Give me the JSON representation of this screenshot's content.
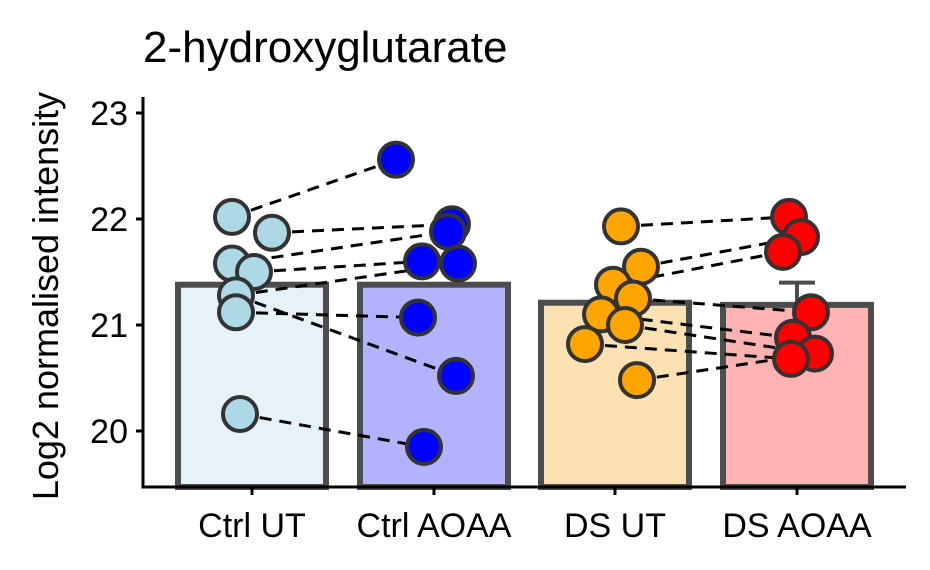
{
  "chart_data": {
    "type": "bar",
    "title": "2-hydroxyglutarate",
    "xlabel": "",
    "ylabel": "Log2 normalised intensity",
    "ylim": [
      19.5,
      23.15
    ],
    "yticks": [
      20,
      21,
      22,
      23
    ],
    "categories": [
      "Ctrl UT",
      "Ctrl AOAA",
      "DS UT",
      "DS AOAA"
    ],
    "bar_means": [
      21.38,
      21.38,
      21.21,
      21.19
    ],
    "error_upper": [
      21.38,
      21.38,
      21.37,
      21.4
    ],
    "bar_fill": [
      "#e6f1f8",
      "#b2b2fd",
      "#fce2b2",
      "#feb2b2"
    ],
    "bar_stroke": "#4d4d4d",
    "point_fill": [
      "#add8e6",
      "#0000ff",
      "#ffa500",
      "#ff0000"
    ],
    "point_stroke": "#333333",
    "points": [
      [
        22.02,
        21.87,
        21.58,
        21.5,
        21.28,
        21.12,
        20.16
      ],
      [
        22.56,
        21.95,
        21.88,
        21.6,
        21.58,
        21.07,
        20.52,
        19.85
      ],
      [
        21.93,
        21.55,
        21.38,
        21.25,
        21.1,
        21.0,
        20.82,
        20.48
      ],
      [
        22.02,
        21.83,
        21.69,
        21.12,
        20.88,
        20.73,
        20.68
      ]
    ],
    "pairs": [
      [
        [
          0,
          22.02
        ],
        [
          1,
          22.56
        ]
      ],
      [
        [
          0,
          21.87
        ],
        [
          1,
          21.95
        ]
      ],
      [
        [
          0,
          21.58
        ],
        [
          1,
          21.88
        ]
      ],
      [
        [
          0,
          21.5
        ],
        [
          1,
          21.6
        ]
      ],
      [
        [
          0,
          21.28
        ],
        [
          1,
          21.58
        ]
      ],
      [
        [
          0,
          21.12
        ],
        [
          1,
          21.07
        ]
      ],
      [
        [
          0,
          21.28
        ],
        [
          1,
          20.52
        ]
      ],
      [
        [
          0,
          20.16
        ],
        [
          1,
          19.85
        ]
      ],
      [
        [
          2,
          21.93
        ],
        [
          3,
          22.02
        ]
      ],
      [
        [
          2,
          21.55
        ],
        [
          3,
          21.83
        ]
      ],
      [
        [
          2,
          21.38
        ],
        [
          3,
          21.69
        ]
      ],
      [
        [
          2,
          21.25
        ],
        [
          3,
          21.12
        ]
      ],
      [
        [
          2,
          21.1
        ],
        [
          3,
          20.88
        ]
      ],
      [
        [
          2,
          21.0
        ],
        [
          3,
          20.73
        ]
      ],
      [
        [
          2,
          20.82
        ],
        [
          3,
          20.68
        ]
      ],
      [
        [
          2,
          20.48
        ],
        [
          3,
          20.73
        ]
      ]
    ]
  }
}
